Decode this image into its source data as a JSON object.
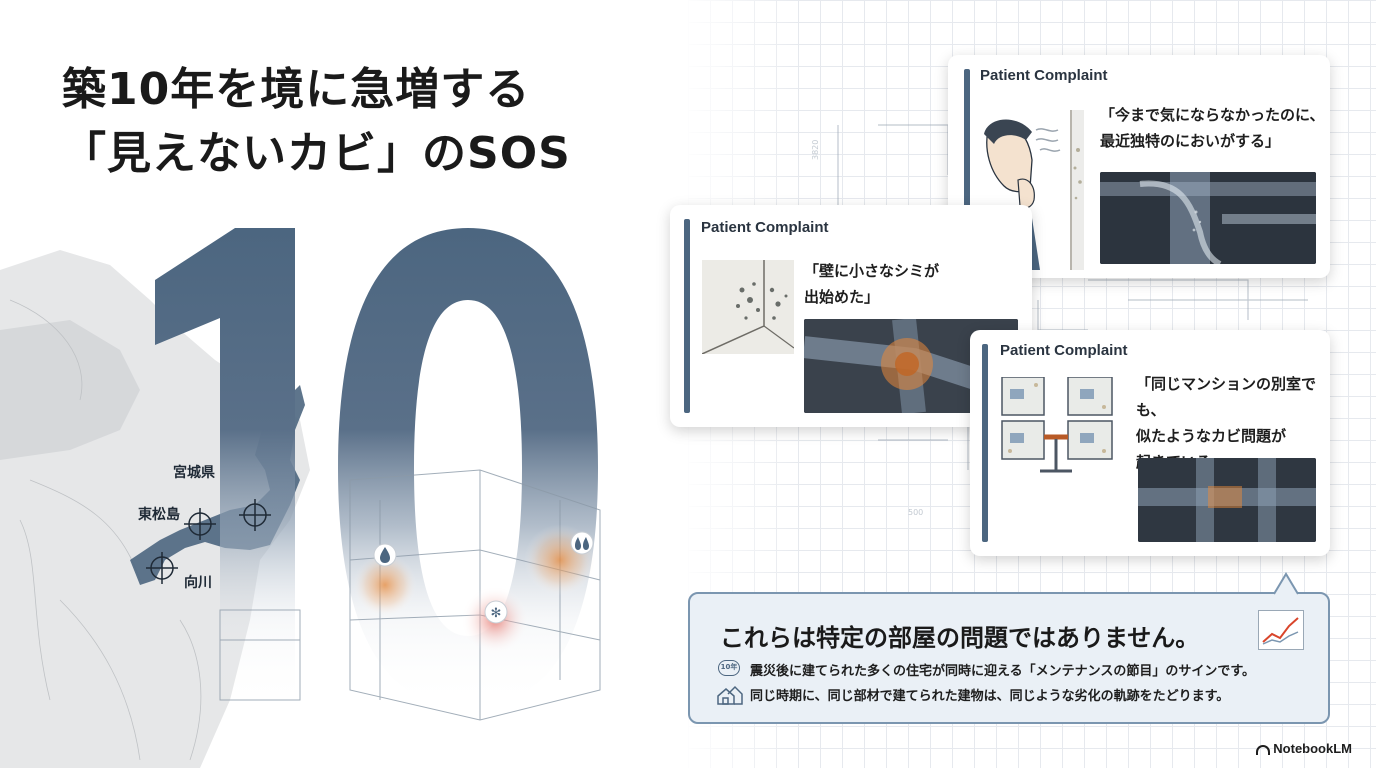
{
  "title": {
    "line1": "築10年を境に急増する",
    "line2": "「見えないカビ」のSOS"
  },
  "big_number": "10",
  "map_labels": {
    "prefecture": "宮城県",
    "city1": "東松島",
    "city2": "向川"
  },
  "cards": [
    {
      "header": "Patient Complaint",
      "quote_line1": "「今まで気にならなかったのに、",
      "quote_line2": "最近独特のにおいがする」"
    },
    {
      "header": "Patient Complaint",
      "quote_line1": "「壁に小さなシミが",
      "quote_line2": "出始めた」"
    },
    {
      "header": "Patient Complaint",
      "quote_line1": "「同じマンションの別室でも、",
      "quote_line2": "似たようなカビ問題が",
      "quote_line3": "起きている」"
    }
  ],
  "summary": {
    "title": "これらは特定の部屋の問題ではありません。",
    "line1": "震災後に建てられた多くの住宅が同時に迎える「メンテナンスの節目」のサインです。",
    "line2": "同じ時期に、同じ部材で建てられた建物は、同じような劣化の軌跡をたどります。",
    "badge": "10年"
  },
  "brand": "NotebookLM",
  "colors": {
    "slate": "#4c6680",
    "accent_orange": "#e8893a",
    "trend_red": "#d9452b"
  }
}
